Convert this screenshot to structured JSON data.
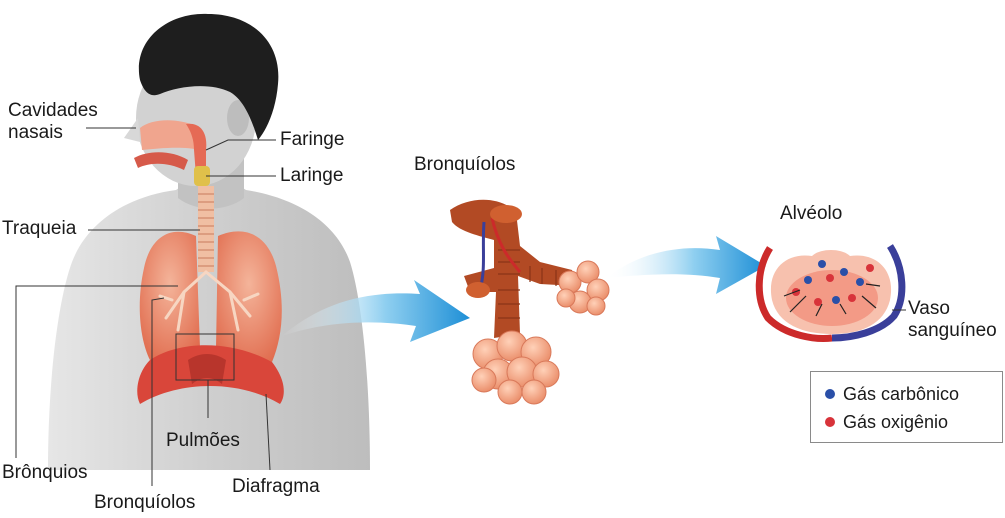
{
  "labels": {
    "cavidades_nasais": "Cavidades nasais",
    "faringe": "Faringe",
    "laringe": "Laringe",
    "traqueia": "Traqueia",
    "bronquios": "Brônquios",
    "bronquiolos_body": "Bronquíolos",
    "pulmoes": "Pulmões",
    "diafragma": "Diafragma",
    "bronquiolos_detail": "Bronquíolos",
    "alveolo": "Alvéolo",
    "vaso_sanguineo": "Vaso sanguíneo"
  },
  "legend": {
    "items": [
      {
        "label": "Gás carbônico",
        "color": "#2a4fa8"
      },
      {
        "label": "Gás oxigênio",
        "color": "#d8333a"
      }
    ]
  },
  "colors": {
    "lung": "#e8705a",
    "muscle": "#d9463a",
    "skin": "#c9c9c9",
    "hair": "#1e1e1e",
    "arrow": "#3aa0dc",
    "bronchiole_tube": "#b24a24",
    "alveoli_cluster": "#f2a782",
    "vein_blue": "#3a3f9a",
    "artery_red": "#cc2a2a"
  }
}
